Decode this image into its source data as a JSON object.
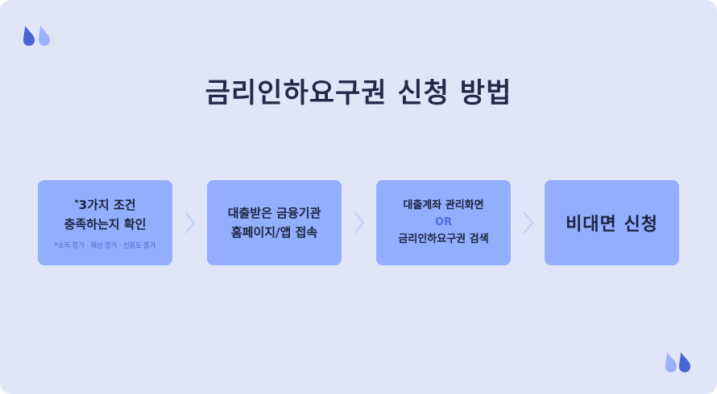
{
  "title": "금리인하요구권 신청 방법",
  "colors": {
    "background": "#e1e5f8",
    "step_box": "#93aefc",
    "title_text": "#222a4a",
    "accent": "#4c67cc",
    "chevron": "#c4d1fb"
  },
  "icons": {
    "logo": "water-drops-icon",
    "arrow": "chevron-right-icon"
  },
  "steps": [
    {
      "mark": "*",
      "line1": "3가지 조건",
      "line2": "충족하는지 확인",
      "note": "*소득 증가 · 재산 증가 · 신용도 증가"
    },
    {
      "line1": "대출받은 금융기관",
      "line2": "홈페이지/앱 접속"
    },
    {
      "line1": "대출계좌 관리화면",
      "or": "OR",
      "line2": "금리인하요구권 검색"
    },
    {
      "line1": "비대면 신청"
    }
  ]
}
